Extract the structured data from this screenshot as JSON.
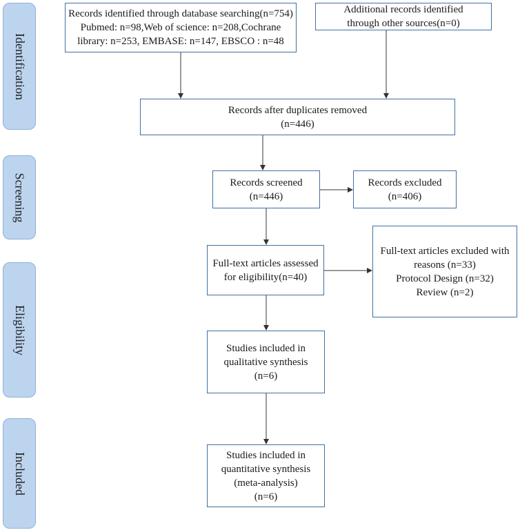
{
  "phases": {
    "identification": "Identification",
    "screening": "Screening",
    "eligibility": "Eligibility",
    "included": "Included"
  },
  "boxes": {
    "database": {
      "line1": "Records identified through database searching(n=754)",
      "line2": "Pubmed: n=98,Web of science: n=208,Cochrane",
      "line3": "library: n=253, EMBASE: n=147, EBSCO : n=48"
    },
    "other_sources": {
      "line1": "Additional  records identified",
      "line2": "through other sources(n=0)"
    },
    "duplicates_removed": {
      "line1": "Records after duplicates removed",
      "line2": "(n=446)"
    },
    "screened": {
      "line1": "Records screened",
      "line2": "(n=446)"
    },
    "excluded": {
      "line1": "Records excluded",
      "line2": "(n=406)"
    },
    "fulltext_assessed": {
      "line1": "Full-text articles assessed",
      "line2": "for eligibility(n=40)"
    },
    "fulltext_excluded": {
      "line1": "Full-text articles excluded with",
      "line2": "reasons (n=33)",
      "line3": "Protocol Design (n=32)",
      "line4": "Review (n=2)"
    },
    "qualitative": {
      "line1": "Studies included in",
      "line2": "qualitative synthesis",
      "line3": "(n=6)"
    },
    "quantitative": {
      "line1": "Studies included in",
      "line2": "quantitative synthesis",
      "line3": "(meta-analysis)",
      "line4": "(n=6)"
    }
  },
  "colors": {
    "box_border": "#3f6fa3",
    "phase_fill": "#bdd4ee",
    "phase_border": "#8fb0d6",
    "arrow": "#333333"
  }
}
